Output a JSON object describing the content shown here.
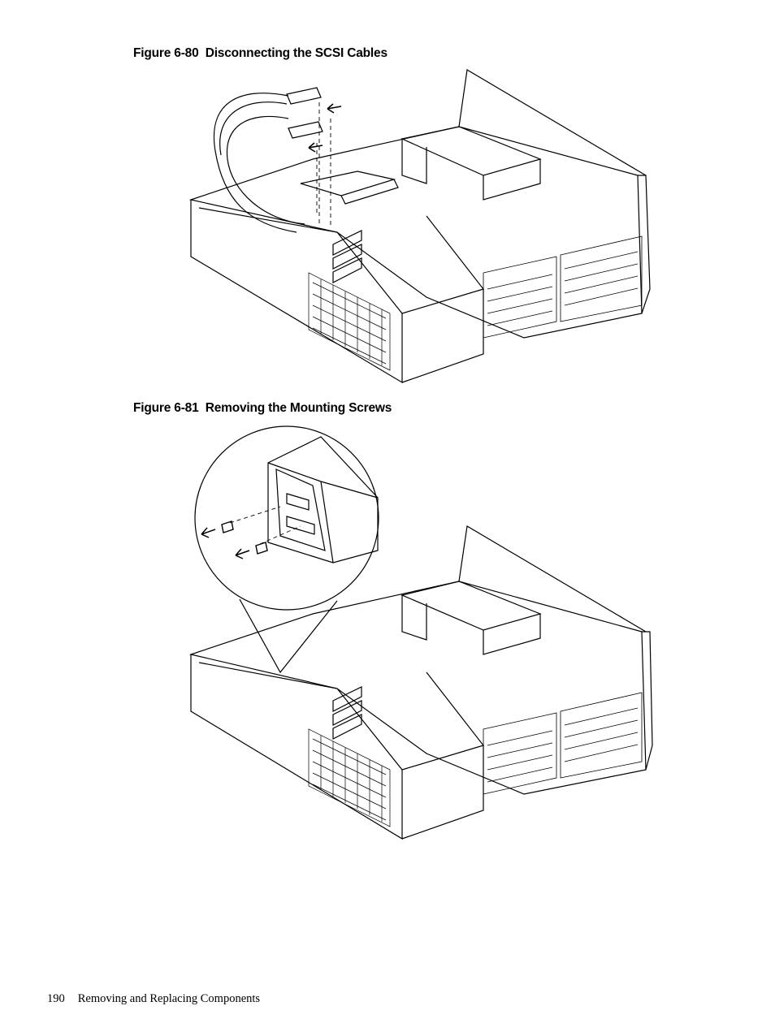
{
  "figures": [
    {
      "caption": "Figure 6-80  Disconnecting the SCSI Cables"
    },
    {
      "caption": "Figure 6-81  Removing the Mounting Screws"
    }
  ],
  "footer": {
    "page_number": "190",
    "section_title": "Removing and Replacing Components"
  },
  "icons": {
    "arrow": "arrow-icon",
    "screw": "screw-icon"
  }
}
